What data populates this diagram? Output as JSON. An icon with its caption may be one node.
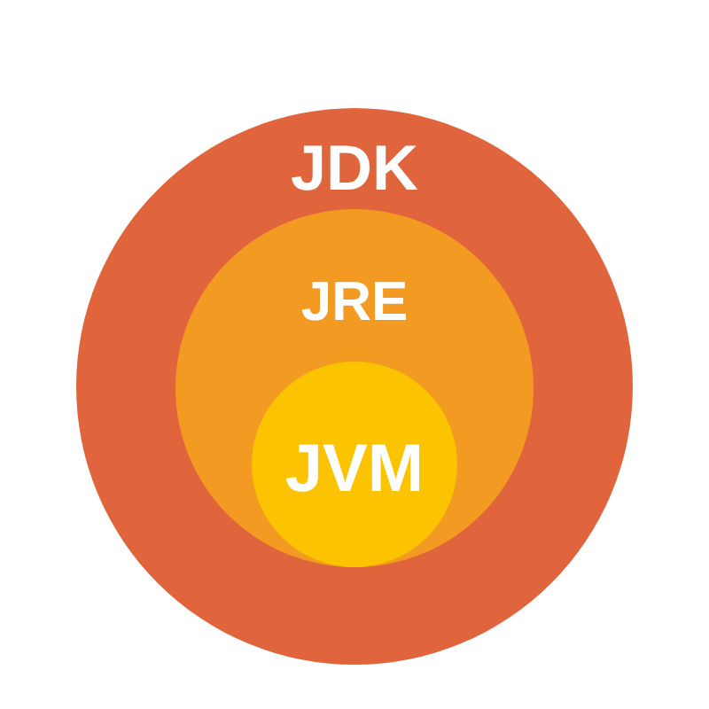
{
  "diagram": {
    "nodes": [
      {
        "text": [
          "JDK"
        ]
      },
      {
        "text": [
          "JRE"
        ],
        "in": 0
      },
      {
        "text": [
          "JVM"
        ],
        "in": 1
      }
    ]
  }
}
